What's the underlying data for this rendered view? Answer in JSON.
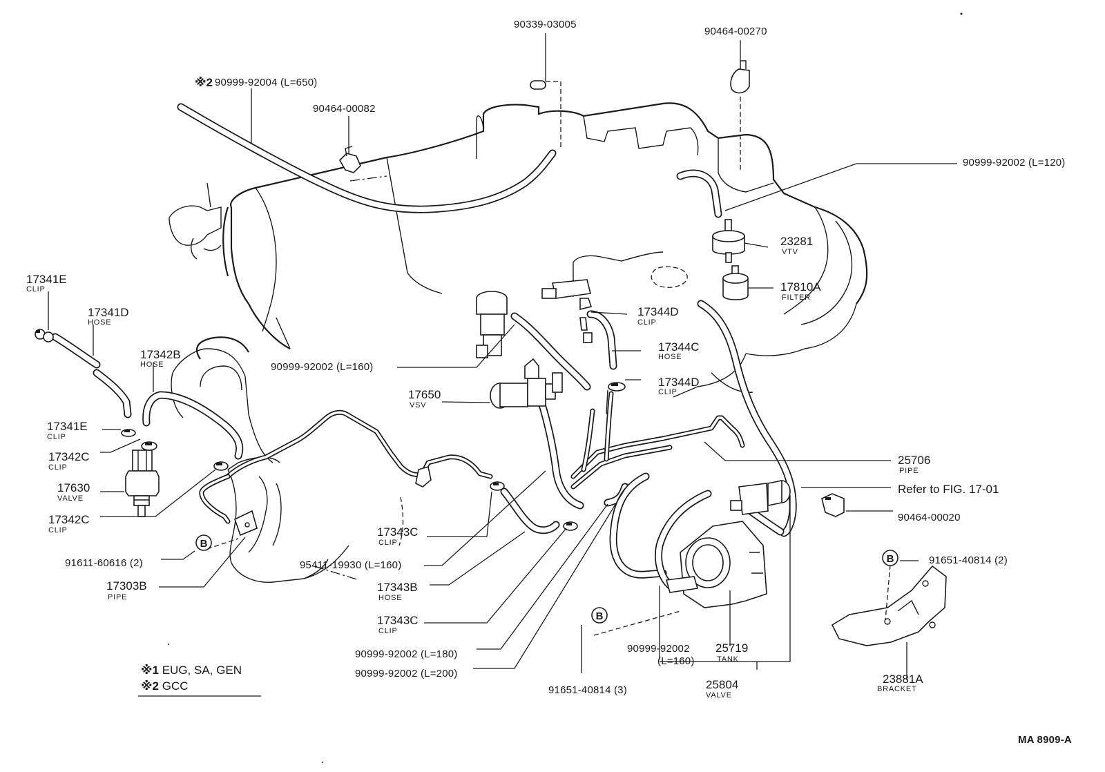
{
  "drawing_code": "MA  8909-A",
  "legend": {
    "note1_mark": "※1",
    "note1_text": "EUG, SA, GEN",
    "note2_mark": "※2",
    "note2_text": "GCC"
  },
  "ref_marker": "B",
  "labels": {
    "p90339": {
      "num": "90339-03005"
    },
    "p90464_270": {
      "num": "90464-00270"
    },
    "p90999_650_mark": "※2",
    "p90999_650": {
      "num": "90999-92004 (L=650)"
    },
    "p90464_082": {
      "num": "90464-00082"
    },
    "p90999_120": {
      "num": "90999-92002 (L=120)"
    },
    "p23281": {
      "num": "23281",
      "name": "VTV"
    },
    "p17810a": {
      "num": "17810A",
      "name": "FILTER"
    },
    "p17341e_top": {
      "num": "17341E",
      "name": "CLIP"
    },
    "p17341d": {
      "num": "17341D",
      "name": "HOSE"
    },
    "p17342b": {
      "num": "17342B",
      "name": "HOSE"
    },
    "p17344d_top": {
      "num": "17344D",
      "name": "CLIP"
    },
    "p17344c": {
      "num": "17344C",
      "name": "HOSE"
    },
    "p90999_160_a": {
      "num": "90999-92002 (L=160)"
    },
    "p17344d_bot": {
      "num": "17344D",
      "name": "CLIP"
    },
    "p17650": {
      "num": "17650",
      "name": "VSV"
    },
    "p17341e_mid": {
      "num": "17341E",
      "name": "CLIP"
    },
    "p17342c_a": {
      "num": "17342C",
      "name": "CLIP"
    },
    "p17630": {
      "num": "17630",
      "name": "VALVE"
    },
    "p17342c_b": {
      "num": "17342C",
      "name": "CLIP"
    },
    "p25706": {
      "num": "25706",
      "name": "PIPE"
    },
    "refer": {
      "num": "Refer to FIG. 17-01"
    },
    "p90464_020": {
      "num": "90464-00020"
    },
    "p91611": {
      "num": "91611-60616 (2)"
    },
    "p17343c_a": {
      "num": "17343C",
      "name": "CLIP"
    },
    "p17303b": {
      "num": "17303B",
      "name": "PIPE"
    },
    "p95411": {
      "num": "95411-19930 (L=160)"
    },
    "p17343b": {
      "num": "17343B",
      "name": "HOSE"
    },
    "p91651_2": {
      "num": "91651-40814 (2)"
    },
    "p17343c_b": {
      "num": "17343C",
      "name": "CLIP"
    },
    "p90999_180": {
      "num": "90999-92002 (L=180)"
    },
    "p90999_200": {
      "num": "90999-92002 (L=200)"
    },
    "p90999_160_b": {
      "num": "90999-92002",
      "num2": "(L=160)"
    },
    "p25719": {
      "num": "25719",
      "name": "TANK"
    },
    "p25804": {
      "num": "25804",
      "name": "VALVE"
    },
    "p91651_3": {
      "num": "91651-40814 (3)"
    },
    "p23881a": {
      "num": "23881A",
      "name": "BRACKET"
    }
  }
}
